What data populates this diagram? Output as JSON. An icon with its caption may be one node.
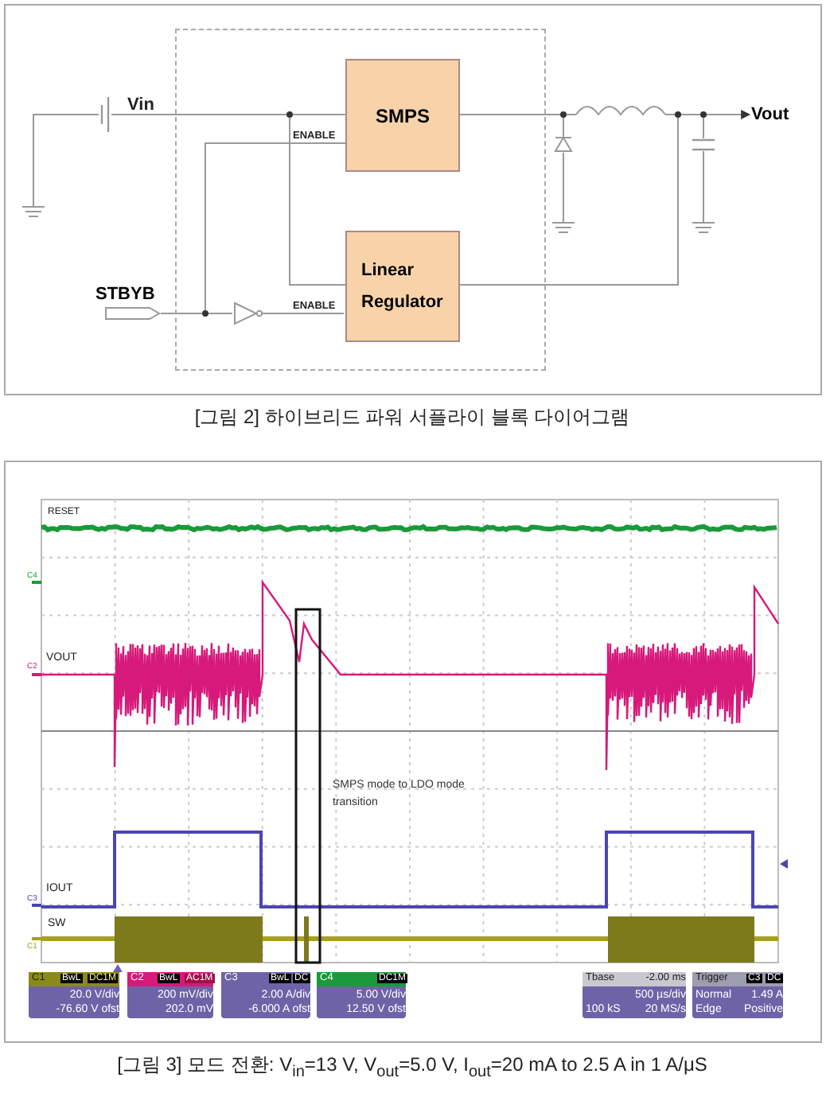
{
  "diagram": {
    "nodes": [
      {
        "text": [],
        "shape": "box"
      },
      {
        "text": [
          "SMPS"
        ],
        "in": 0
      },
      {
        "text": [
          "Linear Regulator"
        ],
        "in": 0
      },
      {
        "text": [],
        "shape": "battery"
      },
      {
        "text": [],
        "shape": "ground"
      },
      {
        "text": [],
        "shape": "dot",
        "in": 0
      },
      {
        "text": [],
        "shape": "connector",
        "beside": [
          "STBYB"
        ]
      },
      {
        "text": [],
        "shape": "dot",
        "in": 0
      },
      {
        "text": [],
        "shape": "triangle",
        "in": 0
      },
      {
        "text": [],
        "shape": "dot"
      },
      {
        "text": [],
        "shape": "diode"
      },
      {
        "text": [],
        "shape": "ground"
      },
      {
        "text": [],
        "shape": "inductor"
      },
      {
        "text": [],
        "shape": "dot"
      },
      {
        "text": [],
        "shape": "dot"
      },
      {
        "text": [],
        "shape": "capacitor"
      },
      {
        "text": [],
        "shape": "ground"
      },
      {
        "text": [
          "Vout"
        ]
      }
    ],
    "edges": [
      {
        "from": 4,
        "to": 3,
        "arrow": "none"
      },
      {
        "from": 3,
        "to": 5,
        "arrow": "none"
      },
      {
        "from": 5,
        "to": 1,
        "arrow": "none"
      },
      {
        "from": 5,
        "to": 2,
        "arrow": "none"
      },
      {
        "from": 6,
        "to": 7,
        "arrow": "none"
      },
      {
        "from": 7,
        "to": 1,
        "arrow": "none"
      },
      {
        "from": 7,
        "to": 8,
        "arrow": "none"
      },
      {
        "from": 8,
        "to": 2,
        "arrow": "none"
      },
      {
        "from": 1,
        "to": 9,
        "arrow": "none"
      },
      {
        "from": 9,
        "to": 10,
        "arrow": "none"
      },
      {
        "from": 9,
        "to": 12,
        "arrow": "none"
      },
      {
        "from": 10,
        "to": 11,
        "arrow": "none"
      },
      {
        "from": 12,
        "to": 13,
        "arrow": "none"
      },
      {
        "from": 2,
        "to": 13,
        "arrow": "none"
      },
      {
        "from": 13,
        "to": 14,
        "arrow": "none"
      },
      {
        "from": 14,
        "to": 15,
        "arrow": "none"
      },
      {
        "from": 15,
        "to": 16,
        "arrow": "none"
      },
      {
        "from": 14,
        "to": 17,
        "arrow": "to"
      }
    ],
    "labels": [
      "Vin",
      "ENABLE",
      "ENABLE",
      "[그림 2] 하이브리드 파워 서플라이 블록 다이어그램",
      "RESET",
      "C4",
      "VOUT",
      "C2",
      "IOUT",
      "C3",
      "SW",
      "C1",
      "SMPS mode to LDO mode transition",
      "C1",
      "BwL",
      "DC1M",
      "20.0 V/div",
      "-76.60 V ofst",
      "C2",
      "BwL",
      "AC1M",
      "200 mV/div",
      "202.0 mV",
      "C3",
      "BwL",
      "DC",
      "2.00 A/div",
      "-6.000 A ofst",
      "C4",
      "DC1M",
      "5.00 V/div",
      "12.50 V ofst",
      "Tbase",
      "-2.00 ms",
      "500 µs/div",
      "100 kS",
      "20 MS/s",
      "Trigger",
      "C3",
      "DC",
      "Normal",
      "1.49 A",
      "Edge",
      "Positive",
      "[그림 3] 모드 전환: V$_{in}$=13 V, V$_{out}$=5.0 V, I$_{out}$=20 mA to 2.5 A in 1 A/μS"
    ]
  }
}
